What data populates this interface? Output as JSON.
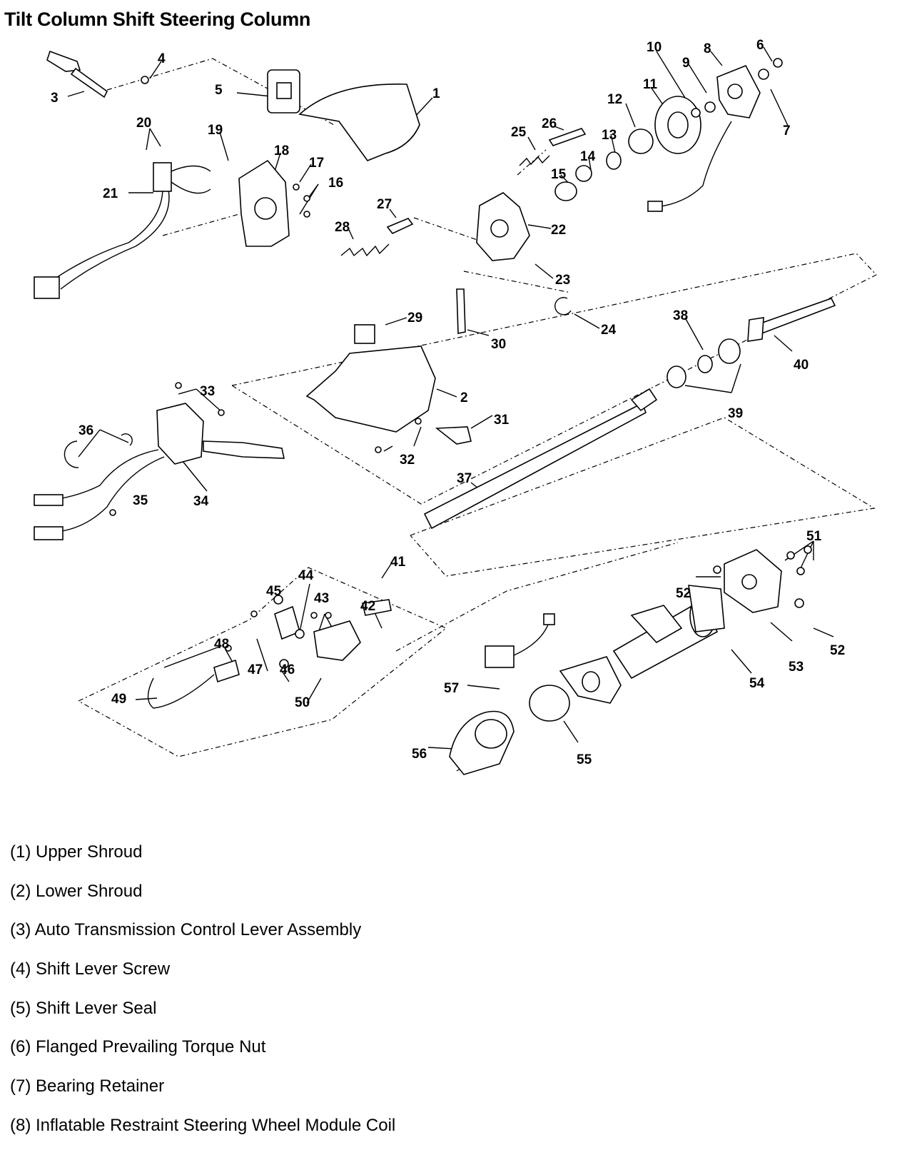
{
  "title": "Tilt Column Shift Steering Column",
  "callouts": [
    "1",
    "2",
    "3",
    "4",
    "5",
    "6",
    "7",
    "8",
    "9",
    "10",
    "11",
    "12",
    "13",
    "14",
    "15",
    "16",
    "17",
    "18",
    "19",
    "20",
    "21",
    "22",
    "23",
    "24",
    "25",
    "26",
    "27",
    "28",
    "29",
    "30",
    "31",
    "32",
    "33",
    "34",
    "35",
    "36",
    "37",
    "38",
    "39",
    "40",
    "41",
    "42",
    "43",
    "44",
    "45",
    "46",
    "47",
    "48",
    "49",
    "50",
    "51",
    "52",
    "53",
    "54",
    "55",
    "56",
    "57"
  ],
  "legend": [
    "(1) Upper Shroud",
    "(2) Lower Shroud",
    "(3) Auto Transmission Control Lever Assembly",
    "(4) Shift Lever Screw",
    "(5) Shift Lever Seal",
    "(6) Flanged Prevailing Torque Nut",
    "(7) Bearing Retainer",
    "(8) Inflatable Restraint Steering Wheel Module Coil"
  ]
}
